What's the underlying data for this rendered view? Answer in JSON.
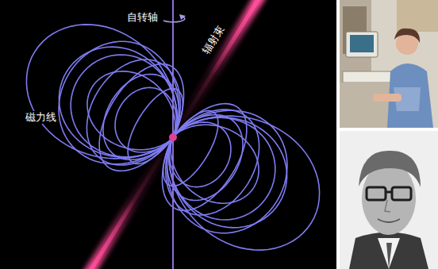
{
  "diagram": {
    "labels": [
      "自转轴",
      "辐射束",
      "磁力线"
    ]
  }
}
